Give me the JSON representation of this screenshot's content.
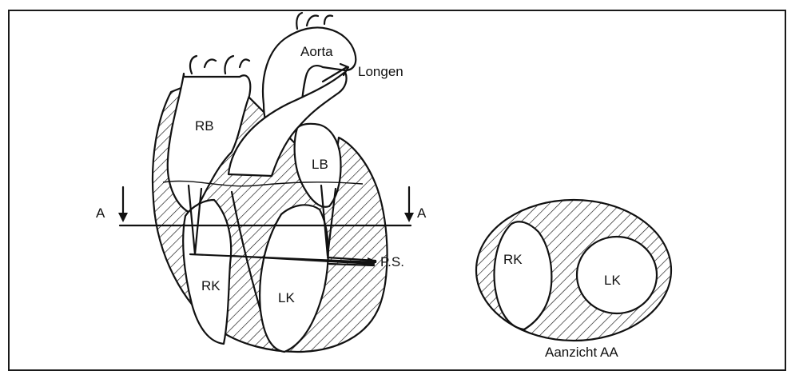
{
  "labels": {
    "aorta": "Aorta",
    "longen": "Longen",
    "rb": "RB",
    "lb": "LB",
    "rk": "RK",
    "lk": "LK",
    "ps": "P.S.",
    "a_left": "A",
    "a_right": "A",
    "cross_rk": "RK",
    "cross_lk": "LK",
    "caption": "Aanzicht AA"
  },
  "colors": {
    "ink": "#111111",
    "background": "#ffffff"
  }
}
